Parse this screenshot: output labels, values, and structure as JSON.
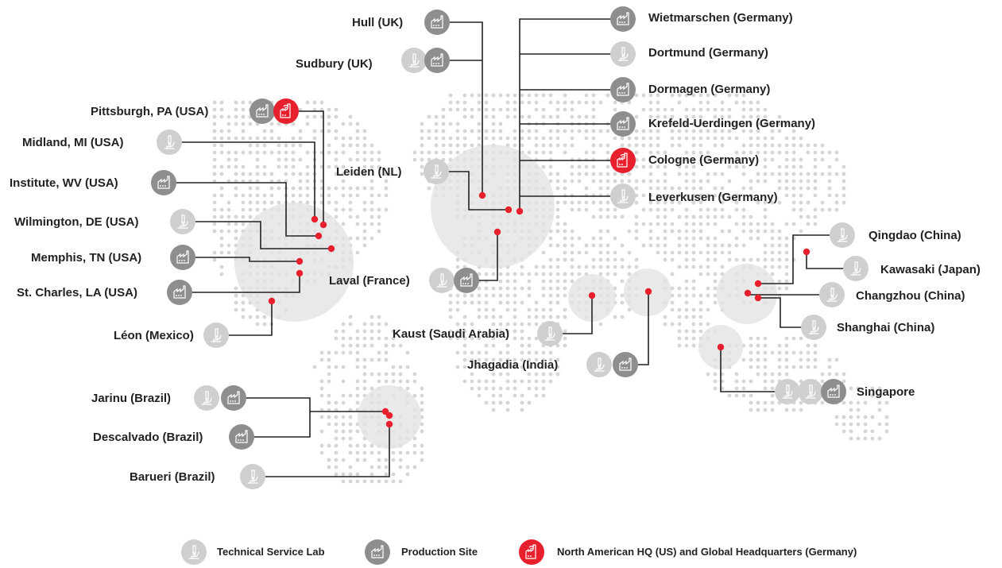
{
  "colors": {
    "lab": "#cfcfcf",
    "production": "#8e8e8e",
    "hq": "#e8202e",
    "line": "#222222",
    "marker": "#e8202e",
    "map_dots": "#d6d6d6",
    "halo": "#e4e4e4"
  },
  "sites": [
    {
      "id": "hull",
      "label": "Hull (UK)",
      "types": [
        "production"
      ]
    },
    {
      "id": "sudbury",
      "label": "Sudbury (UK)",
      "types": [
        "lab",
        "production"
      ]
    },
    {
      "id": "pittsburgh",
      "label": "Pittsburgh, PA (USA)",
      "types": [
        "production",
        "hq"
      ]
    },
    {
      "id": "midland",
      "label": "Midland, MI (USA)",
      "types": [
        "lab"
      ]
    },
    {
      "id": "institute",
      "label": "Institute, WV (USA)",
      "types": [
        "production"
      ]
    },
    {
      "id": "wilmington",
      "label": "Wilmington, DE (USA)",
      "types": [
        "lab"
      ]
    },
    {
      "id": "memphis",
      "label": "Memphis, TN (USA)",
      "types": [
        "production"
      ]
    },
    {
      "id": "stcharles",
      "label": "St. Charles, LA (USA)",
      "types": [
        "production"
      ]
    },
    {
      "id": "leon",
      "label": "Léon (Mexico)",
      "types": [
        "lab"
      ]
    },
    {
      "id": "jarinu",
      "label": "Jarinu (Brazil)",
      "types": [
        "lab",
        "production"
      ]
    },
    {
      "id": "descalvado",
      "label": "Descalvado (Brazil)",
      "types": [
        "production"
      ]
    },
    {
      "id": "barueri",
      "label": "Barueri (Brazil)",
      "types": [
        "lab"
      ]
    },
    {
      "id": "leiden",
      "label": "Leiden (NL)",
      "types": [
        "lab"
      ]
    },
    {
      "id": "laval",
      "label": "Laval (France)",
      "types": [
        "lab",
        "production"
      ]
    },
    {
      "id": "kaust",
      "label": "Kaust (Saudi Arabia)",
      "types": [
        "lab"
      ]
    },
    {
      "id": "jhagadia",
      "label": "Jhagadia (India)",
      "types": [
        "lab",
        "production"
      ]
    },
    {
      "id": "wietmarschen",
      "label": "Wietmarschen (Germany)",
      "types": [
        "production"
      ]
    },
    {
      "id": "dortmund",
      "label": "Dortmund (Germany)",
      "types": [
        "lab"
      ]
    },
    {
      "id": "dormagen",
      "label": "Dormagen (Germany)",
      "types": [
        "production"
      ]
    },
    {
      "id": "krefeld",
      "label": "Krefeld-Uerdingen (Germany)",
      "types": [
        "production"
      ]
    },
    {
      "id": "cologne",
      "label": "Cologne (Germany)",
      "types": [
        "hq"
      ]
    },
    {
      "id": "leverkusen",
      "label": "Leverkusen (Germany)",
      "types": [
        "lab"
      ]
    },
    {
      "id": "qingdao",
      "label": "Qingdao (China)",
      "types": [
        "lab"
      ]
    },
    {
      "id": "kawasaki",
      "label": "Kawasaki (Japan)",
      "types": [
        "lab"
      ]
    },
    {
      "id": "changzhou",
      "label": "Changzhou (China)",
      "types": [
        "lab"
      ]
    },
    {
      "id": "shanghai",
      "label": "Shanghai (China)",
      "types": [
        "lab"
      ]
    },
    {
      "id": "singapore",
      "label": "Singapore",
      "types": [
        "lab",
        "lab",
        "production"
      ]
    }
  ],
  "legend": [
    {
      "type": "lab",
      "label": "Technical Service Lab"
    },
    {
      "type": "production",
      "label": "Production Site"
    },
    {
      "type": "hq",
      "label": "North American HQ (US) and Global Headquarters (Germany)"
    }
  ]
}
